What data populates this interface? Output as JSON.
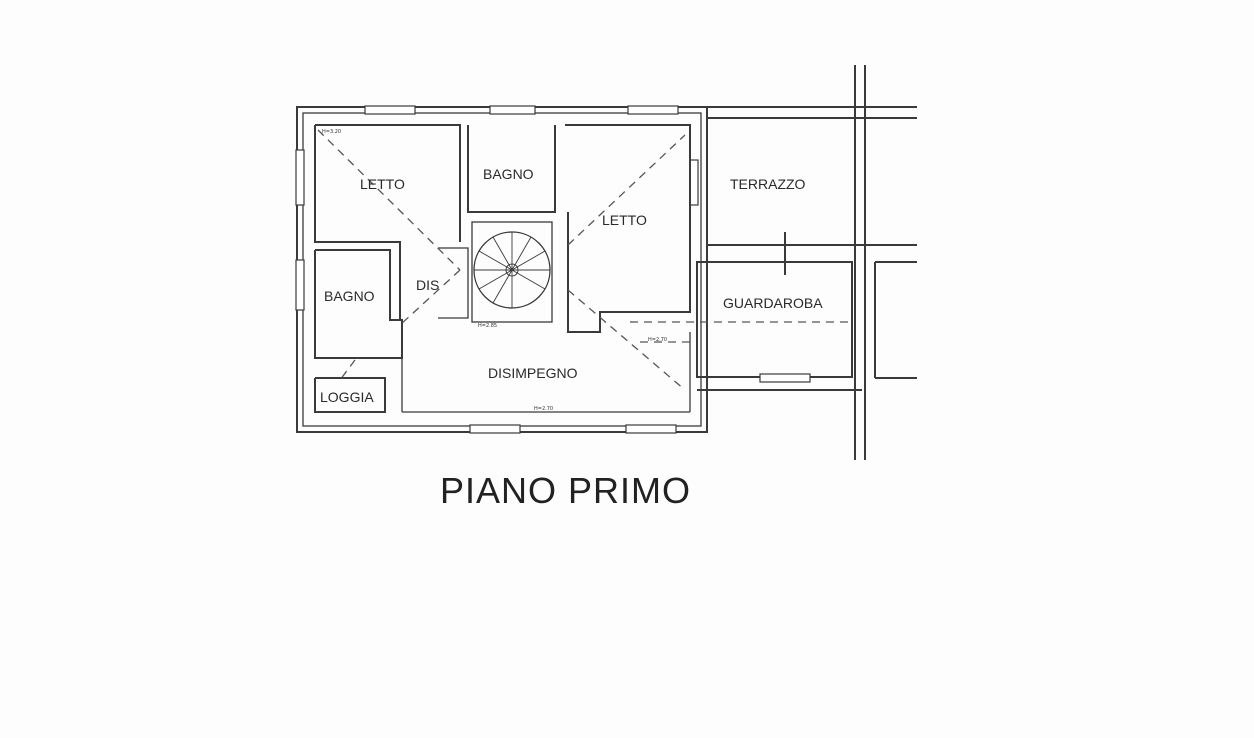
{
  "plan": {
    "title": "PIANO PRIMO",
    "rooms": {
      "letto_1": "LETTO",
      "bagno_top": "BAGNO",
      "letto_2": "LETTO",
      "terrazzo": "TERRAZZO",
      "bagno_left": "BAGNO",
      "dis": "DIS",
      "guardaroba": "GUARDAROBA",
      "disimpegno": "DISIMPEGNO",
      "loggia": "LOGGIA"
    },
    "heights": {
      "letto_1": "H=3.20",
      "stair": "H=2.85",
      "letto_2": "H=2.70",
      "disimpegno": "H=2.70"
    }
  }
}
